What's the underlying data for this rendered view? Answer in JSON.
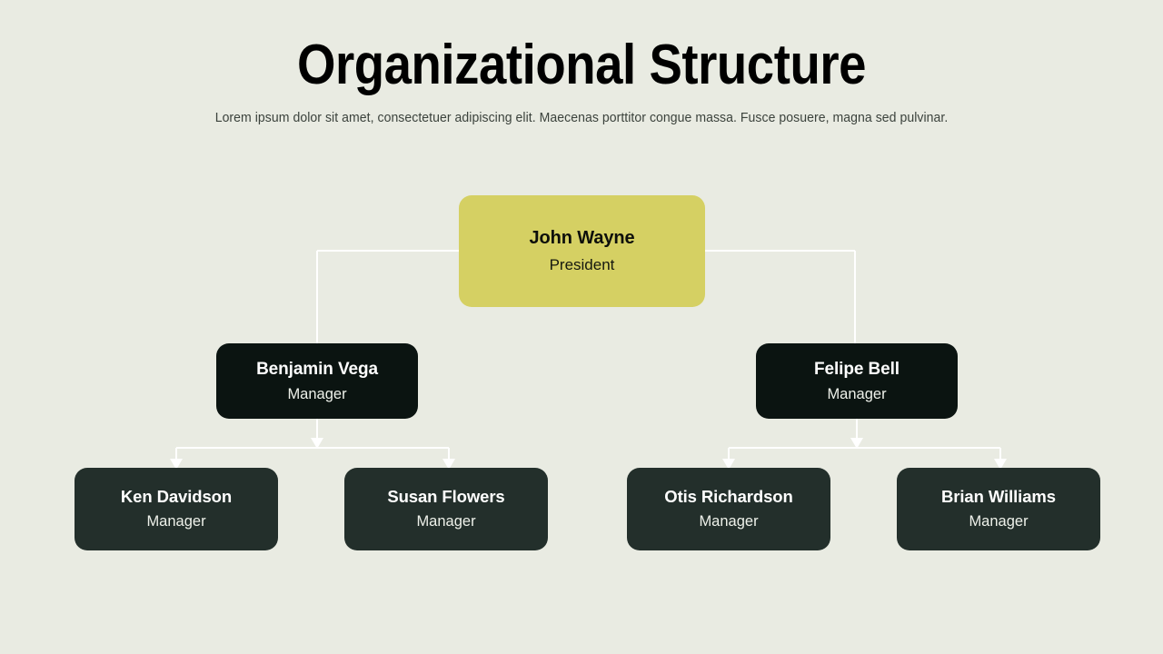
{
  "header": {
    "title": "Organizational Structure",
    "subtitle": "Lorem ipsum dolor sit amet, consectetuer adipiscing elit. Maecenas porttitor congue massa. Fusce posuere, magna sed pulvinar."
  },
  "theme": {
    "background": "#E9EBE2",
    "accent_yellow": "#D5D063",
    "level2_dark": "#0B1411",
    "level3_dark": "#232F2B",
    "connector": "#FFFFFF",
    "title_color": "#000000",
    "subtitle_color": "#3B423C"
  },
  "org_chart": {
    "type": "hierarchy",
    "levels": 3,
    "root": {
      "name": "John Wayne",
      "role": "President"
    },
    "level_2": [
      {
        "name": "Benjamin Vega",
        "role": "Manager"
      },
      {
        "name": "Felipe Bell",
        "role": "Manager"
      }
    ],
    "level_3": [
      {
        "name": "Ken Davidson",
        "role": "Manager",
        "reports_to": "Benjamin Vega"
      },
      {
        "name": "Susan Flowers",
        "role": "Manager",
        "reports_to": "Benjamin Vega"
      },
      {
        "name": "Otis Richardson",
        "role": "Manager",
        "reports_to": "Felipe Bell"
      },
      {
        "name": "Brian Williams",
        "role": "Manager",
        "reports_to": "Felipe Bell"
      }
    ]
  }
}
